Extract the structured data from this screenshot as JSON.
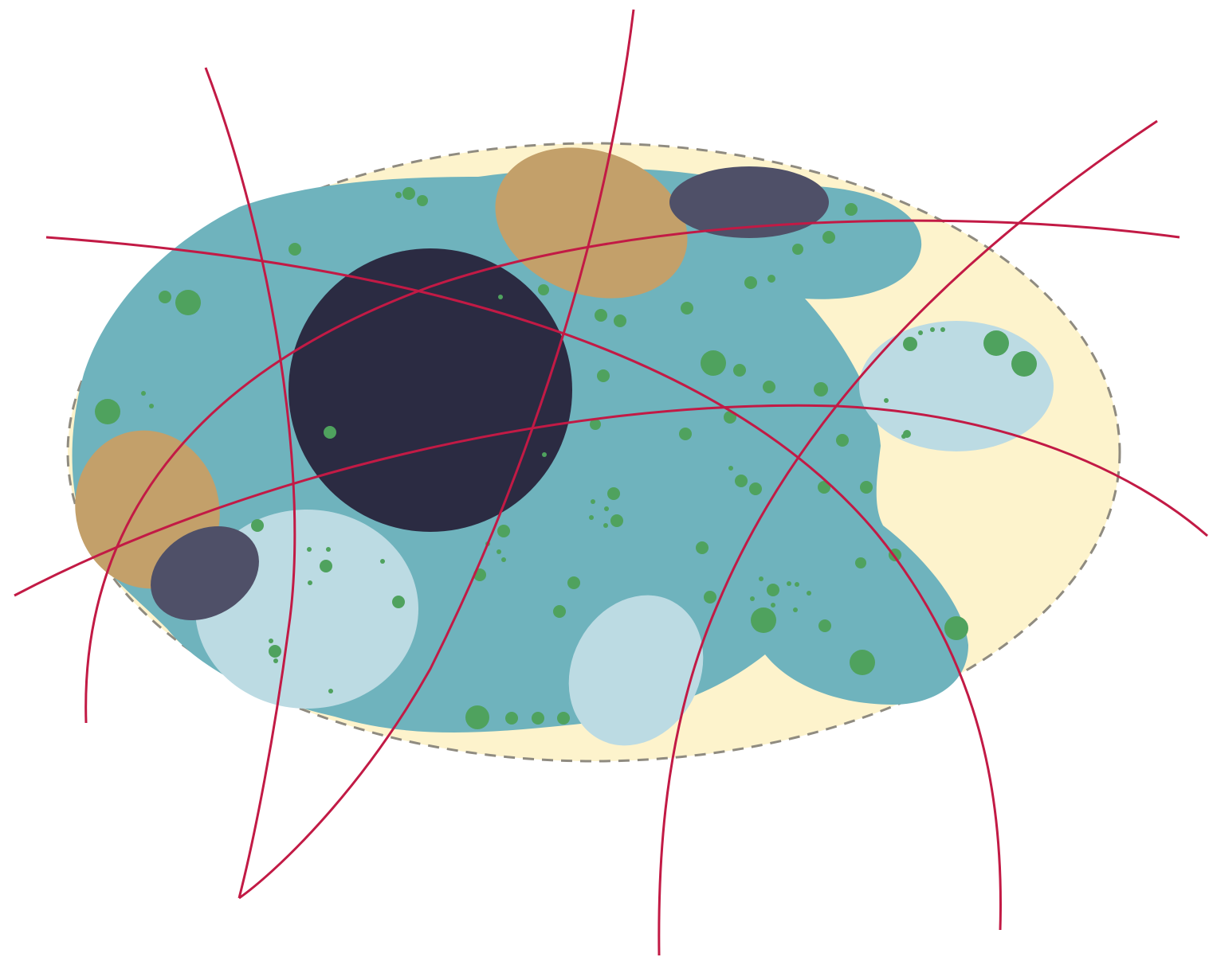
{
  "colors": {
    "background": "#ffffff",
    "outer_field": "#fdf3cc",
    "outer_border": "#8f8b80",
    "main_body": "#6fb3bd",
    "pale_region": "#bcdbe3",
    "tan_region": "#c3a06a",
    "slate_region": "#4f5068",
    "dark_core": "#2b2b42",
    "green_dot": "#4fa25e",
    "crossing_line": "#c21a45"
  },
  "elements": {
    "outer_field": "outer-boundary",
    "main_body": "main-body",
    "dark_core": "dark-core",
    "pale_regions": 3,
    "tan_regions": 2,
    "slate_regions": 2,
    "crossing_lines": 6
  }
}
